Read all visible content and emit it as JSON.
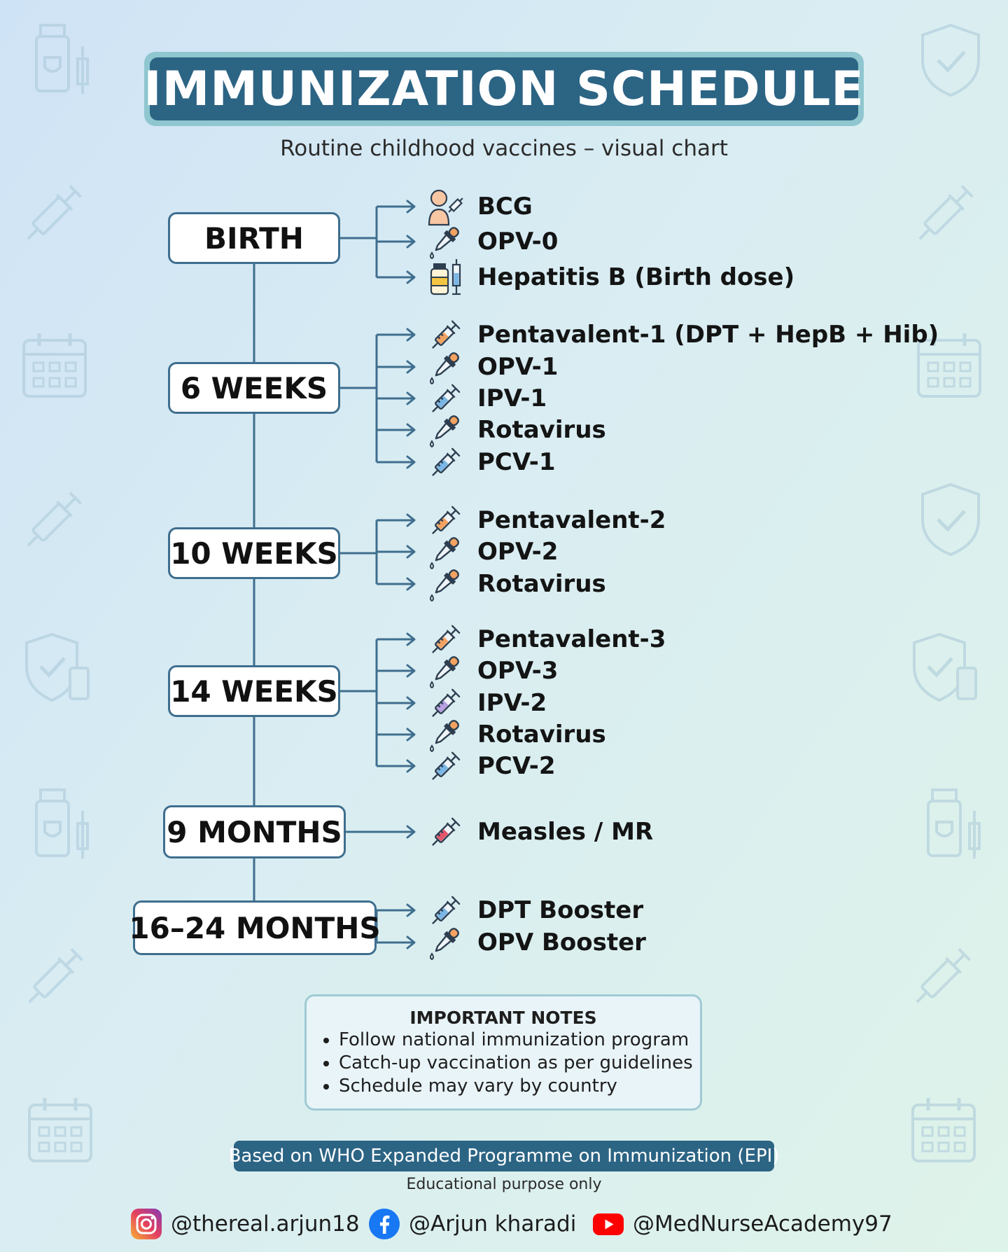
{
  "title": "IMMUNIZATION SCHEDULE",
  "subtitle": "Routine childhood vaccines – visual chart",
  "schedule": [
    {
      "age": "BIRTH",
      "vaccines": [
        {
          "name": "BCG",
          "icon": "baby-injection-icon"
        },
        {
          "name": "OPV-0",
          "icon": "oral-dropper-icon"
        },
        {
          "name": "Hepatitis B (Birth dose)",
          "icon": "vial-syringe-icon"
        }
      ]
    },
    {
      "age": "6 WEEKS",
      "vaccines": [
        {
          "name": "Pentavalent-1 (DPT + HepB + Hib)",
          "icon": "syringe-orange-icon"
        },
        {
          "name": "OPV-1",
          "icon": "oral-dropper-icon"
        },
        {
          "name": "IPV-1",
          "icon": "syringe-blue-icon"
        },
        {
          "name": "Rotavirus",
          "icon": "oral-dropper-icon"
        },
        {
          "name": "PCV-1",
          "icon": "syringe-blue-icon"
        }
      ]
    },
    {
      "age": "10 WEEKS",
      "vaccines": [
        {
          "name": "Pentavalent-2",
          "icon": "syringe-orange-icon"
        },
        {
          "name": "OPV-2",
          "icon": "oral-dropper-icon"
        },
        {
          "name": "Rotavirus",
          "icon": "oral-dropper-icon"
        }
      ]
    },
    {
      "age": "14 WEEKS",
      "vaccines": [
        {
          "name": "Pentavalent-3",
          "icon": "syringe-orange-icon"
        },
        {
          "name": "OPV-3",
          "icon": "oral-dropper-icon"
        },
        {
          "name": "IPV-2",
          "icon": "syringe-purple-icon"
        },
        {
          "name": "Rotavirus",
          "icon": "oral-dropper-icon"
        },
        {
          "name": "PCV-2",
          "icon": "syringe-blue-icon"
        }
      ]
    },
    {
      "age": "9 MONTHS",
      "vaccines": [
        {
          "name": "Measles / MR",
          "icon": "syringe-red-icon"
        }
      ]
    },
    {
      "age": "16–24 MONTHS",
      "vaccines": [
        {
          "name": "DPT Booster",
          "icon": "syringe-blue-icon"
        },
        {
          "name": "OPV Booster",
          "icon": "oral-dropper-icon"
        }
      ]
    }
  ],
  "notes": {
    "title": "IMPORTANT NOTES",
    "items": [
      "Follow national immunization program",
      "Catch-up vaccination as per guidelines",
      "Schedule may vary by country"
    ]
  },
  "footer": {
    "source": "Based on WHO Expanded Programme on Immunization (EPI)",
    "disclaimer": "Educational purpose only"
  },
  "social": [
    {
      "platform": "instagram-icon",
      "handle": "@thereal.arjun18"
    },
    {
      "platform": "facebook-icon",
      "handle": "@Arjun kharadi"
    },
    {
      "platform": "youtube-icon",
      "handle": "@MedNurseAcademy97"
    }
  ],
  "colors": {
    "primary": "#2c6484",
    "accent": "#8fc6cf",
    "line": "#3f6e8e",
    "background": "#d9edf2"
  }
}
